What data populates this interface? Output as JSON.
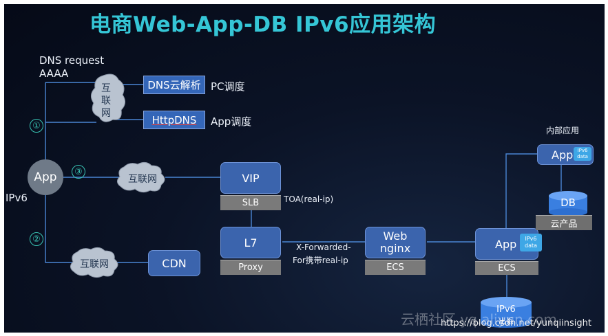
{
  "title": "电商Web-App-DB IPv6应用架构",
  "dns_request": {
    "line1": "DNS request",
    "line2": "AAAA"
  },
  "internet_label": "互联网",
  "internet_vertical": [
    "互",
    "联",
    "网"
  ],
  "dns_cloud": {
    "label": "DNS云解析",
    "desc": "PC调度"
  },
  "httpdns": {
    "label": "HttpDNS",
    "desc": "App调度"
  },
  "app_node": "App",
  "ipv6_label": "IPv6",
  "markers": [
    "①",
    "③",
    "②"
  ],
  "vip": {
    "label": "VIP",
    "base": "SLB"
  },
  "toa_note": "TOA(real-ip)",
  "l7": {
    "label": "L7",
    "base": "Proxy"
  },
  "xff_note": {
    "line1": "X-Forwarded-",
    "line2": "For携带real-ip"
  },
  "web": {
    "label1": "Web",
    "label2": "nginx",
    "base": "ECS"
  },
  "cdn": "CDN",
  "app_ecs": {
    "label": "App",
    "badge1": "IPv6",
    "badge2": "data",
    "base": "ECS"
  },
  "internal_title": "内部应用",
  "internal_app": {
    "label": "App",
    "badge1": "IPv6",
    "badge2": "data"
  },
  "db": {
    "label": "DB",
    "base": "云产品"
  },
  "ipv6_db": {
    "line1": "IPv6",
    "line2": "出系"
  },
  "watermark": {
    "brand": "云栖社区 yq.aliyun.com",
    "url": "https://blog.csdn.net/yunqiinsight"
  },
  "colors": {
    "title": "#35c6d6",
    "box": "#3b64ad",
    "marker": "#39c4b4",
    "line": "#4a86d4"
  }
}
